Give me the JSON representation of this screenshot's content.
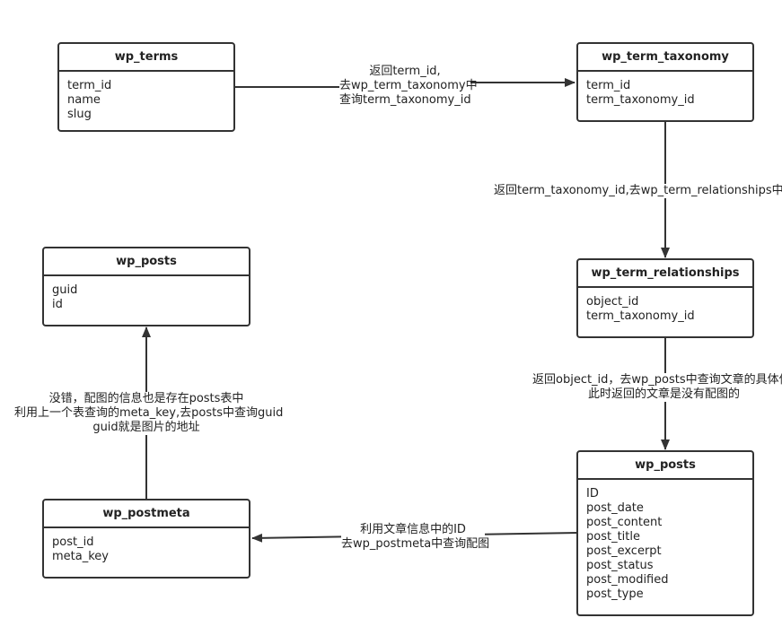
{
  "tables": {
    "wp_terms": {
      "title": "wp_terms",
      "fields": [
        "term_id",
        "name",
        "slug"
      ]
    },
    "wp_term_taxonomy": {
      "title": "wp_term_taxonomy",
      "fields": [
        "term_id",
        "term_taxonomy_id"
      ]
    },
    "wp_term_relationships": {
      "title": "wp_term_relationships",
      "fields": [
        "object_id",
        "term_taxonomy_id"
      ]
    },
    "wp_posts_main": {
      "title": "wp_posts",
      "fields": [
        "ID",
        "post_date",
        "post_content",
        "post_title",
        "post_excerpt",
        "post_status",
        "post_modified",
        "post_type"
      ]
    },
    "wp_postmeta": {
      "title": "wp_postmeta",
      "fields": [
        "post_id",
        "meta_key"
      ]
    },
    "wp_posts_guid": {
      "title": "wp_posts",
      "fields": [
        "guid",
        "id"
      ]
    }
  },
  "labels": {
    "terms_to_taxonomy": [
      "返回term_id,",
      "去wp_term_taxonomy中",
      "查询term_taxonomy_id"
    ],
    "taxonomy_to_relationships": [
      "返回term_taxonomy_id,去wp_term_relationships中查询"
    ],
    "relationships_to_posts": [
      "返回object_id，去wp_posts中查询文章的具体信息",
      "此时返回的文章是没有配图的"
    ],
    "posts_to_postmeta": [
      "利用文章信息中的ID",
      "去wp_postmeta中查询配图"
    ],
    "postmeta_to_posts": [
      "没错，配图的信息也是存在posts表中",
      "利用上一个表查询的meta_key,去posts中查询guid",
      "guid就是图片的地址"
    ]
  },
  "colors": {
    "line": "#333333",
    "background": "#ffffff"
  }
}
